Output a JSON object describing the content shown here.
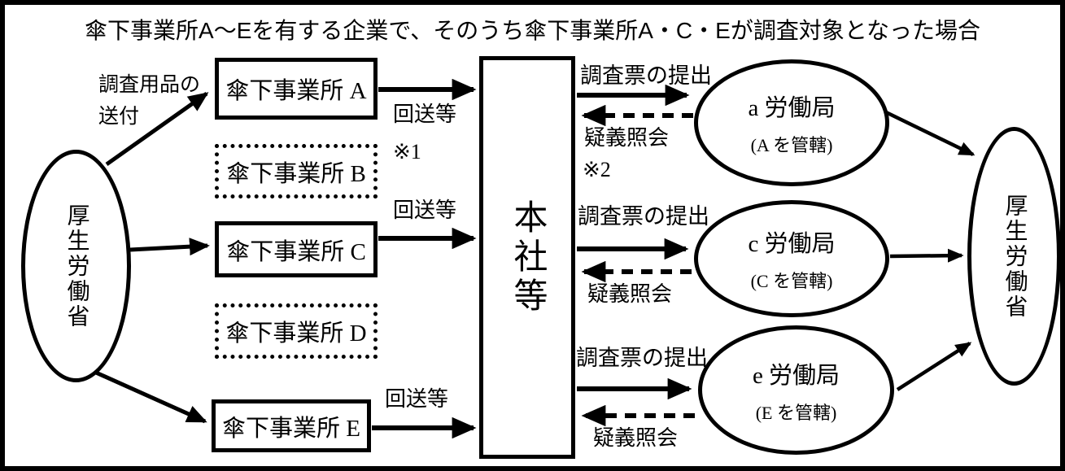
{
  "title": "傘下事業所A〜Eを有する企業で、そのうち傘下事業所A・C・Eが調査対象となった場合",
  "ministry_left": {
    "label": "厚生労働省"
  },
  "ministry_right": {
    "label": "厚生労働省"
  },
  "headquarters": {
    "label": "本社等"
  },
  "establishments": [
    {
      "id": "A",
      "label": "傘下事業所 A",
      "border": "solid",
      "surveyed": true
    },
    {
      "id": "B",
      "label": "傘下事業所 B",
      "border": "dotted",
      "surveyed": false
    },
    {
      "id": "C",
      "label": "傘下事業所 C",
      "border": "solid",
      "surveyed": true
    },
    {
      "id": "D",
      "label": "傘下事業所 D",
      "border": "dotted",
      "surveyed": false
    },
    {
      "id": "E",
      "label": "傘下事業所 E",
      "border": "solid",
      "surveyed": true
    }
  ],
  "bureaus": [
    {
      "name": "a 労働局",
      "jurisdiction": "(A を管轄)"
    },
    {
      "name": "c 労働局",
      "jurisdiction": "(C を管轄)"
    },
    {
      "name": "e 労働局",
      "jurisdiction": "(E を管轄)"
    }
  ],
  "labels": {
    "send_supplies_line1": "調査用品の",
    "send_supplies_line2": "送付",
    "forward_a": "回送等",
    "note1": "※1",
    "forward_c": "回送等",
    "forward_e": "回送等",
    "submit_a": "調査票の提出",
    "inquiry_a": "疑義照会",
    "note2": "※2",
    "submit_c": "調査票の提出",
    "inquiry_c": "疑義照会",
    "submit_e": "調査票の提出",
    "inquiry_e": "疑義照会"
  },
  "colors": {
    "line": "#000000",
    "background": "#ffffff"
  }
}
